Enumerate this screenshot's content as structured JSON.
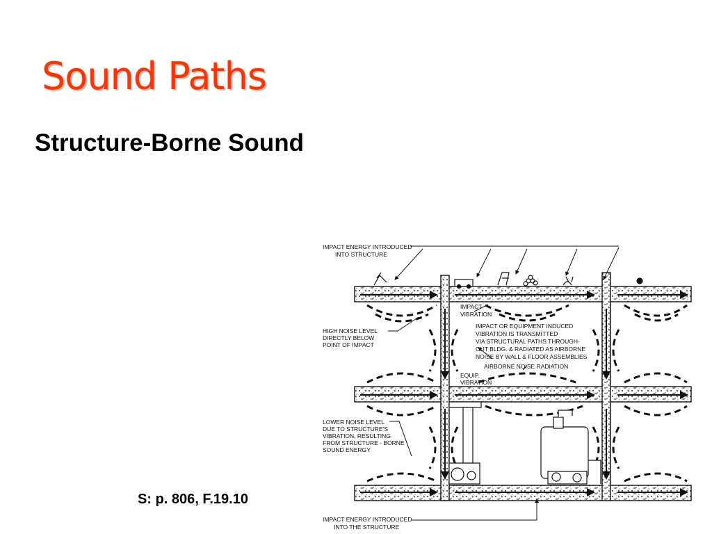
{
  "slide": {
    "title": "Sound Paths",
    "subtitle": "Structure-Borne Sound",
    "citation": "S: p. 806, F.19.10",
    "title_color": "#ff3300"
  },
  "figure": {
    "labels": {
      "impact_top_1": "IMPACT ENERGY INTRODUCED",
      "impact_top_2": "INTO STRUCTURE",
      "impact_vib_1": "IMPACT",
      "impact_vib_2": "VIBRATION",
      "high_noise_1": "HIGH NOISE LEVEL",
      "high_noise_2": "DIRECTLY BELOW",
      "high_noise_3": "POINT OF IMPACT",
      "transmit_1": "IMPACT OR EQUIPMENT INDUCED",
      "transmit_2": "VIBRATION IS TRANSMITTED",
      "transmit_3": "VIA STRUCTURAL PATHS THROUGH-",
      "transmit_4": "OUT BLDG. & RADIATED AS AIRBORNE",
      "transmit_5": "NOISE BY WALL & FLOOR ASSEMBLIES",
      "airborne": "AIRBORNE NOISE RADIATION",
      "equip_vib_1": "EQUIP.",
      "equip_vib_2": "VIBRATION",
      "lower_noise_1": "LOWER NOISE LEVEL",
      "lower_noise_2": "DUE TO STRUCTURE'S",
      "lower_noise_3": "VIBRATION, RESULTING",
      "lower_noise_4": "FROM STRUCTURE - BORNE",
      "lower_noise_5": "SOUND ENERGY",
      "impact_bottom_1": "IMPACT ENERGY INTRODUCED",
      "impact_bottom_2": "INTO THE STRUCTURE"
    }
  }
}
